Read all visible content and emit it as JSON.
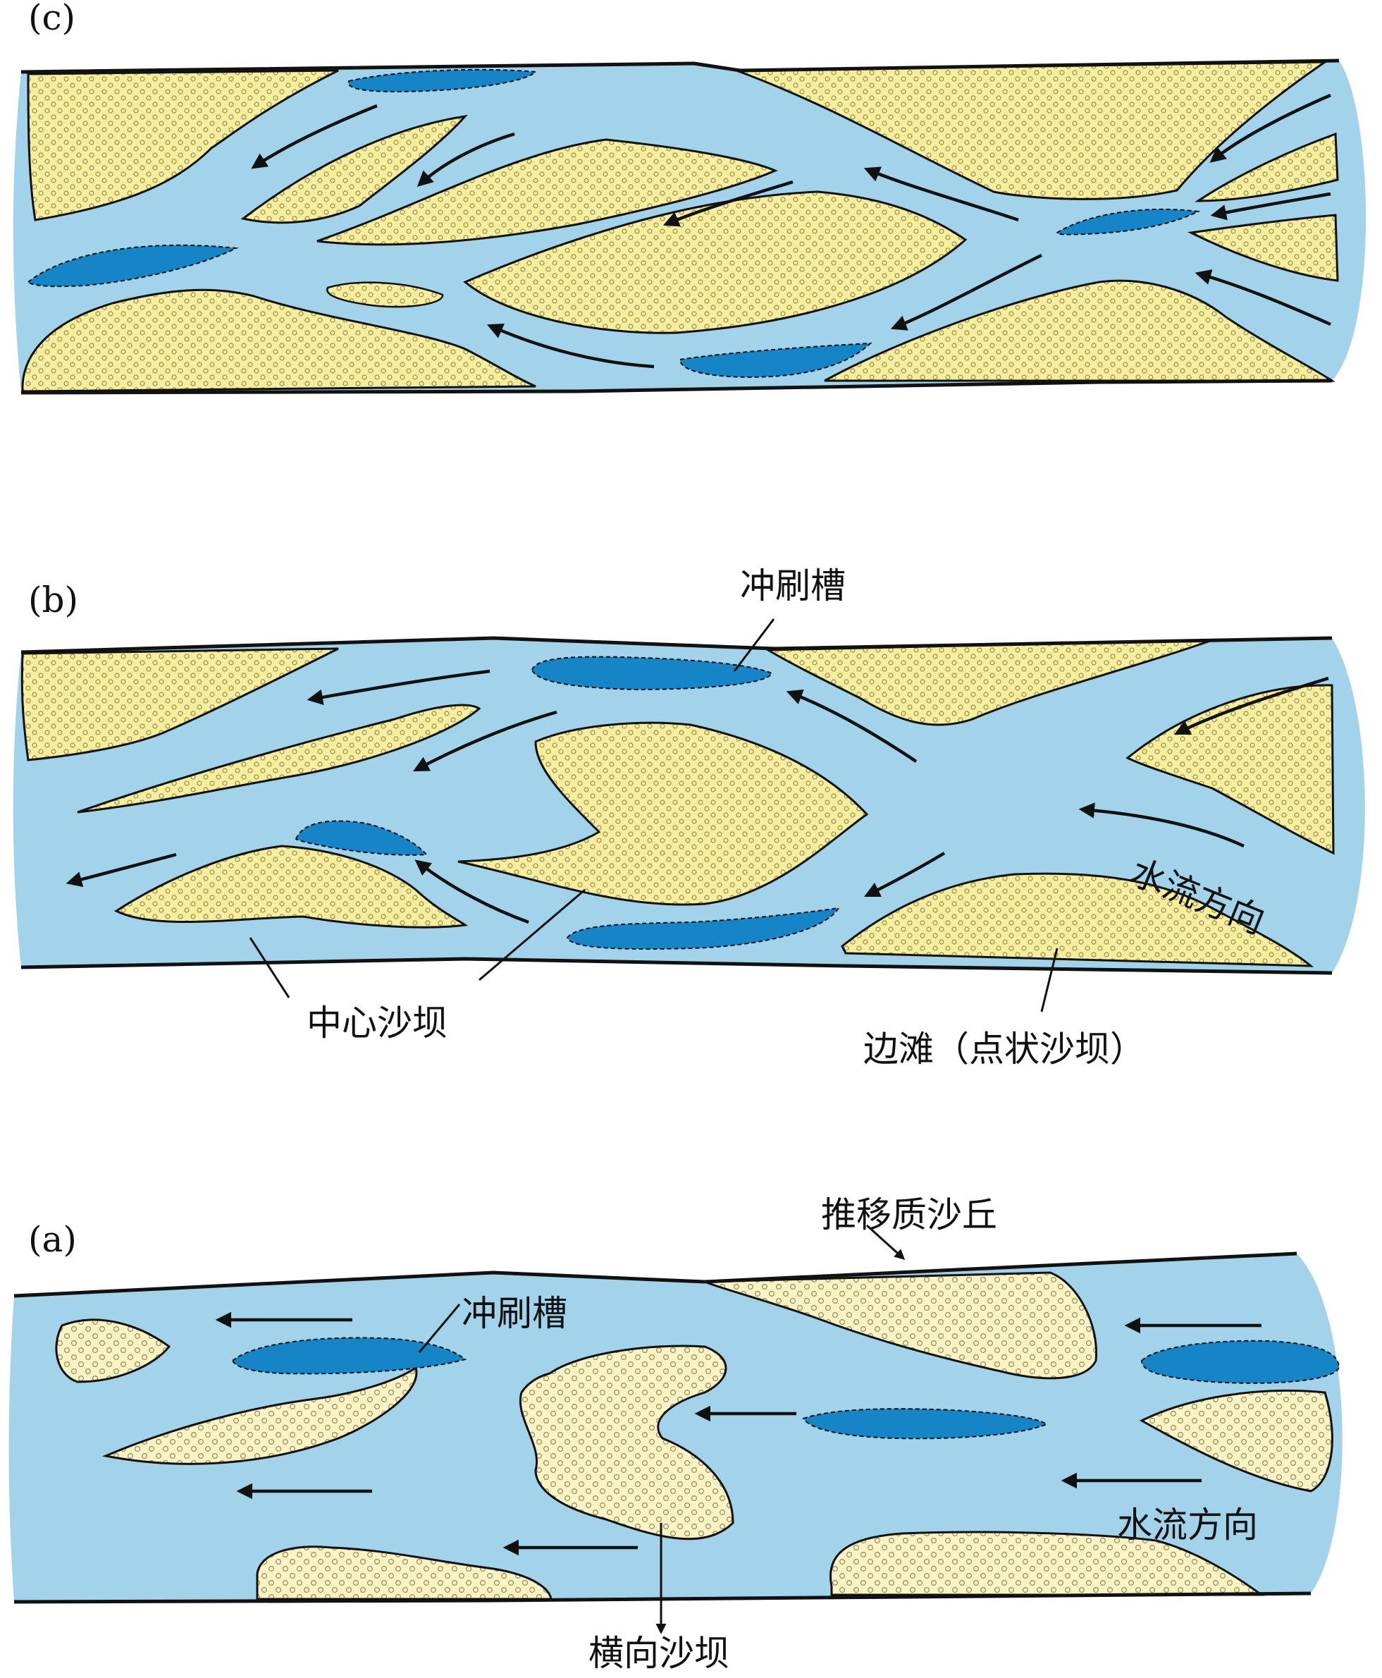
{
  "panels": {
    "c": {
      "label": "(c)"
    },
    "b": {
      "label": "(b)",
      "scour_label": "冲刷槽",
      "center_bar_label": "中心沙坝",
      "side_bar_label": "边滩（点状沙坝）",
      "flow_label": "水流方向"
    },
    "a": {
      "label": "(a)",
      "dune_label": "推移质沙丘",
      "scour_label": "冲刷槽",
      "flow_label": "水流方向",
      "transverse_bar_label": "横向沙坝"
    }
  },
  "colors": {
    "water": "#a3d3ea",
    "sand": "#f7ee9d",
    "sand_light": "#fbf3c6",
    "scour": "#1685c8",
    "outline": "#111111",
    "grain": "#9a8a55"
  },
  "icons": [
    "flow-arrow-icon",
    "leader-line"
  ]
}
